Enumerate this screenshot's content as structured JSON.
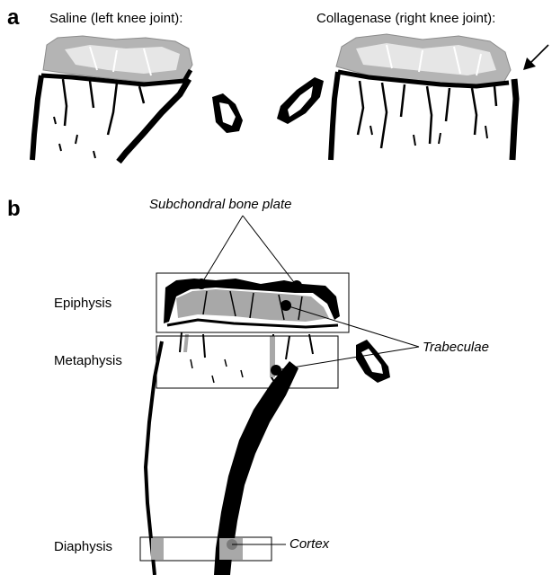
{
  "panel_a": {
    "letter": "a",
    "left_caption": "Saline (left knee joint):",
    "right_caption": "Collagenase (right knee joint):"
  },
  "panel_b": {
    "letter": "b",
    "regions": {
      "epiphysis": "Epiphysis",
      "metaphysis": "Metaphysis",
      "diaphysis": "Diaphysis"
    },
    "annotations": {
      "subchondral": "Subchondral bone plate",
      "trabeculae": "Trabeculae",
      "cortex": "Cortex"
    }
  },
  "colors": {
    "bone": "#000000",
    "cartilage": "#b4b4b4",
    "highlight": "#a8a8a8"
  }
}
